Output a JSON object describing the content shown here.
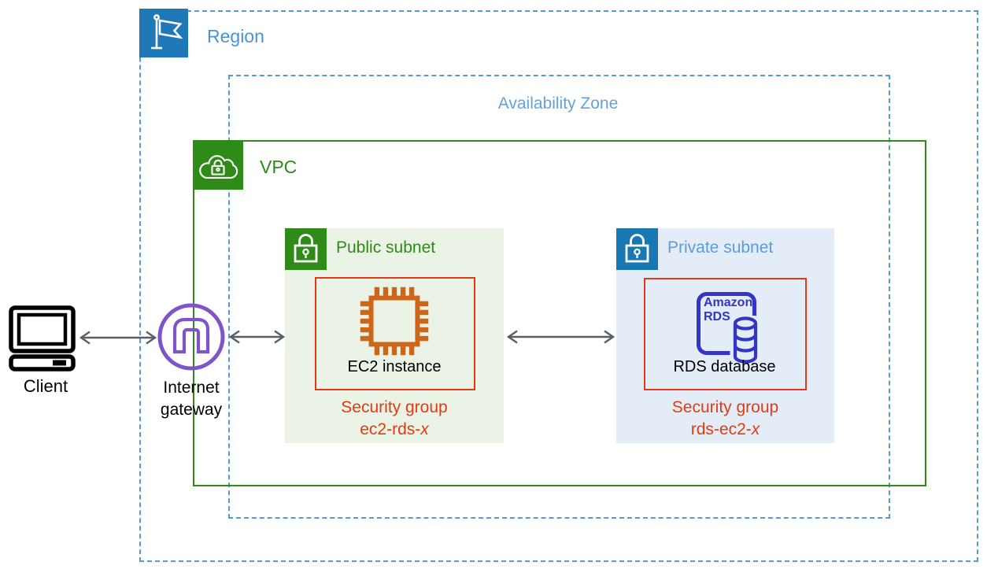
{
  "region": {
    "label": "Region"
  },
  "availability_zone": {
    "label": "Availability Zone"
  },
  "vpc": {
    "label": "VPC"
  },
  "public_subnet": {
    "label": "Public subnet",
    "node_label": "EC2 instance",
    "security_group": {
      "line1": "Security group",
      "name_prefix": "ec2-rds-",
      "name_var": "x"
    }
  },
  "private_subnet": {
    "label": "Private subnet",
    "node_label": "RDS database",
    "rds_logo": {
      "line1": "Amazon",
      "line2": "RDS"
    },
    "security_group": {
      "line1": "Security group",
      "name_prefix": "rds-ec2-",
      "name_var": "x"
    }
  },
  "client": {
    "label": "Client"
  },
  "internet_gateway": {
    "label_line1": "Internet",
    "label_line2": "gateway"
  },
  "colors": {
    "region_icon_bg": "#1F78B8",
    "dashed_border_blue": "#559BD6",
    "region_label_blue": "#4795D2",
    "az_label_blue": "#62A3DC",
    "vpc_green": "#2E8B18",
    "public_subnet_bg": "#EBF3E7",
    "private_subnet_bg": "#E4EDF7",
    "private_icon_blue": "#1878B4",
    "private_label_blue": "#5C9CD8",
    "security_group_red": "#E33B11",
    "ec2_orange": "#CE661A",
    "rds_indigo": "#3335C4",
    "igw_purple": "#7D55C8",
    "arrow_gray": "#576067"
  }
}
